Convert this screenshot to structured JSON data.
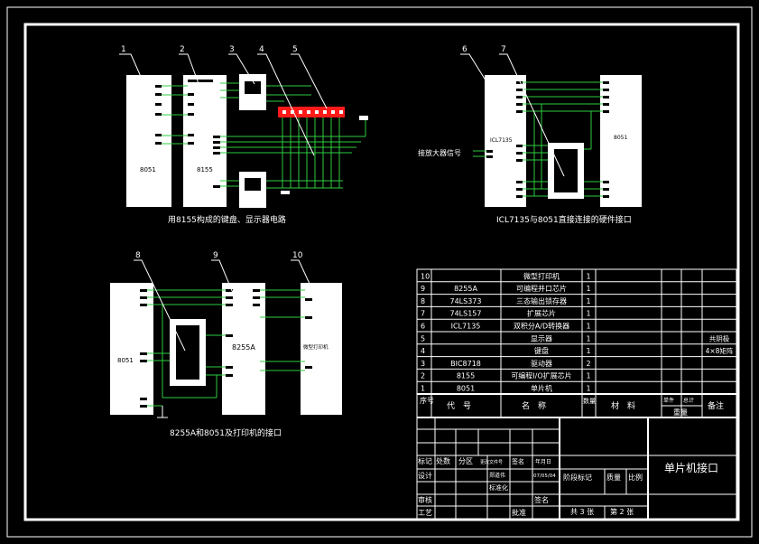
{
  "colors": {
    "background": "#000000",
    "frame": "#ffffff",
    "wire": "#2ecc40",
    "highlight": "#ff1a1a",
    "chip": "#ffffff"
  },
  "callouts": [
    "1",
    "2",
    "3",
    "4",
    "5",
    "6",
    "7",
    "8",
    "9",
    "10"
  ],
  "circuit1": {
    "chip_left": "8051",
    "chip_right": "8155",
    "caption": "用8155构成的键盘、显示器电路"
  },
  "circuit2": {
    "chip_left": "ICL7135",
    "chip_right": "8051",
    "input_label": "接放大器信号",
    "caption": "ICL7135与8051直接连接的硬件接口"
  },
  "circuit3": {
    "chip_left": "8051",
    "chip_middle": "8255A",
    "chip_right": "微型打印机",
    "caption": "8255A和8051及打印机的接口"
  },
  "bom": {
    "rows": [
      {
        "no": "10",
        "code": "",
        "name": "微型打印机",
        "qty": "1",
        "material": "",
        "remark": ""
      },
      {
        "no": "9",
        "code": "8255A",
        "name": "可编程并口芯片",
        "qty": "1",
        "material": "",
        "remark": ""
      },
      {
        "no": "8",
        "code": "74LS373",
        "name": "三态输出锁存器",
        "qty": "1",
        "material": "",
        "remark": ""
      },
      {
        "no": "7",
        "code": "74LS157",
        "name": "扩展芯片",
        "qty": "1",
        "material": "",
        "remark": ""
      },
      {
        "no": "6",
        "code": "ICL7135",
        "name": "双积分A/D转换器",
        "qty": "1",
        "material": "",
        "remark": ""
      },
      {
        "no": "5",
        "code": "",
        "name": "显示器",
        "qty": "1",
        "material": "",
        "remark": "共阴极"
      },
      {
        "no": "4",
        "code": "",
        "name": "键盘",
        "qty": "1",
        "material": "",
        "remark": "4×8矩阵"
      },
      {
        "no": "3",
        "code": "BIC8718",
        "name": "驱动器",
        "qty": "2",
        "material": "",
        "remark": ""
      },
      {
        "no": "2",
        "code": "8155",
        "name": "可编程I/O扩展芯片",
        "qty": "1",
        "material": "",
        "remark": ""
      },
      {
        "no": "1",
        "code": "8051",
        "name": "单片机",
        "qty": "1",
        "material": "",
        "remark": ""
      }
    ],
    "header": {
      "no": "序号",
      "code": "代　号",
      "name": "名　称",
      "qty": "数量",
      "material": "材　料",
      "unit_weight": "单件",
      "total_weight": "总计",
      "weight": "重量",
      "remark": "备注"
    }
  },
  "titleblock": {
    "title": "单片机接口",
    "mark": "标记",
    "count": "处数",
    "zone": "分区",
    "change_doc": "更改文件号",
    "sign": "签名",
    "date_label": "年月日",
    "design": "设计",
    "designer": "郑道伟",
    "design_date": "07/05/04",
    "standard": "标准化",
    "stage_mark": "阶段标记",
    "mass": "质量",
    "scale": "比例",
    "review": "审核",
    "process": "工艺",
    "approve": "批准",
    "sheets": "共 3 张",
    "sheet_no": "第 2 张"
  }
}
